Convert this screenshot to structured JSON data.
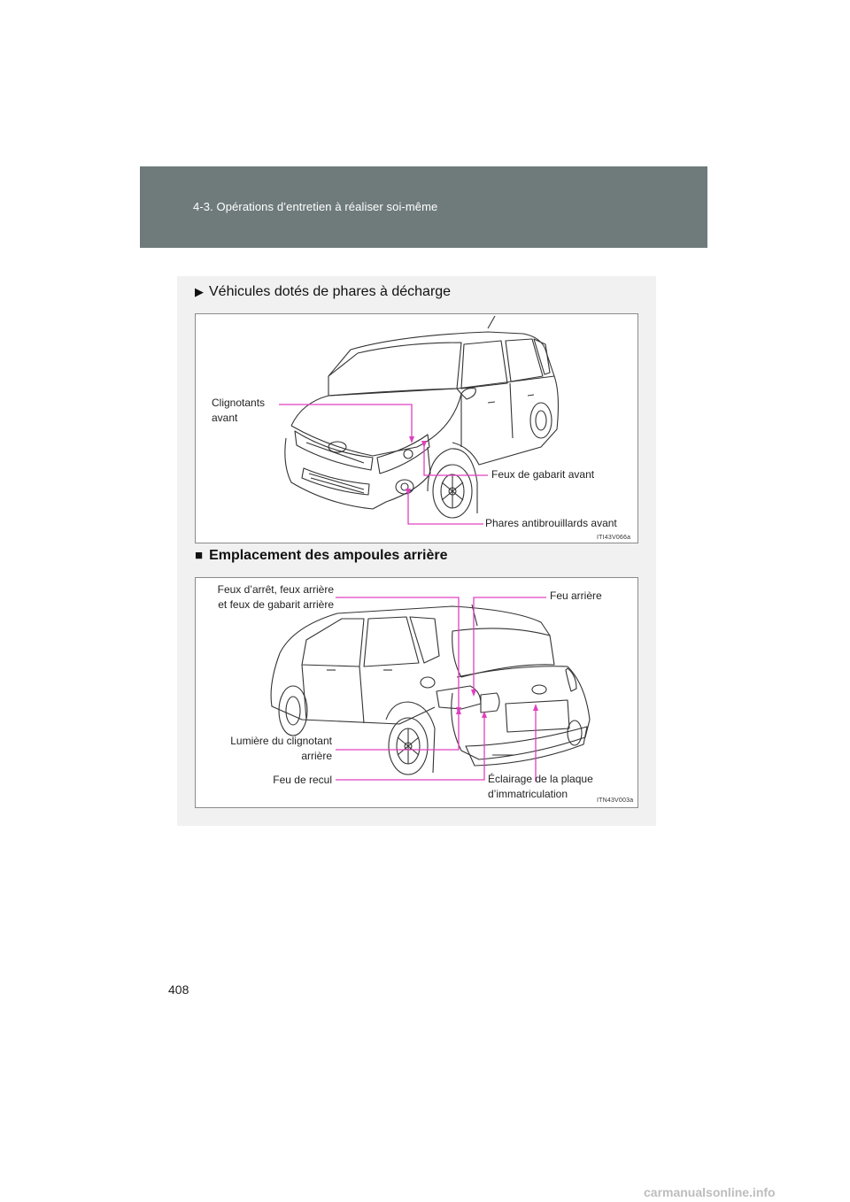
{
  "header": {
    "section_title": "4-3. Opérations d’entretien à réaliser soi-même"
  },
  "page_number": "408",
  "front_section": {
    "heading_marker": "▶",
    "heading": "Véhicules dotés de phares à décharge",
    "figure_code": "ITI43V066a",
    "labels": {
      "turn_signals_line1": "Clignotants",
      "turn_signals_line2": "avant",
      "parking_lights": "Feux de gabarit avant",
      "fog_lights": "Phares antibrouillards avant"
    }
  },
  "rear_section": {
    "heading_marker": "■",
    "heading": "Emplacement des ampoules arrière",
    "figure_code": "ITN43V003a",
    "labels": {
      "stop_lights_line1": "Feux d’arrêt, feux arrière",
      "stop_lights_line2": "et feux de gabarit arrière",
      "tail_light": "Feu arrière",
      "rear_turn_line1": "Lumière du clignotant",
      "rear_turn_line2": "arrière",
      "backup_light": "Feu de recul",
      "plate_light_line1": "Éclairage de la plaque",
      "plate_light_line2": "d’immatriculation"
    }
  },
  "colors": {
    "header_band": "#6f7b7b",
    "callout_line": "#e040c0",
    "panel_background": "#f1f1f1"
  },
  "watermark": "carmanualsonline.info"
}
